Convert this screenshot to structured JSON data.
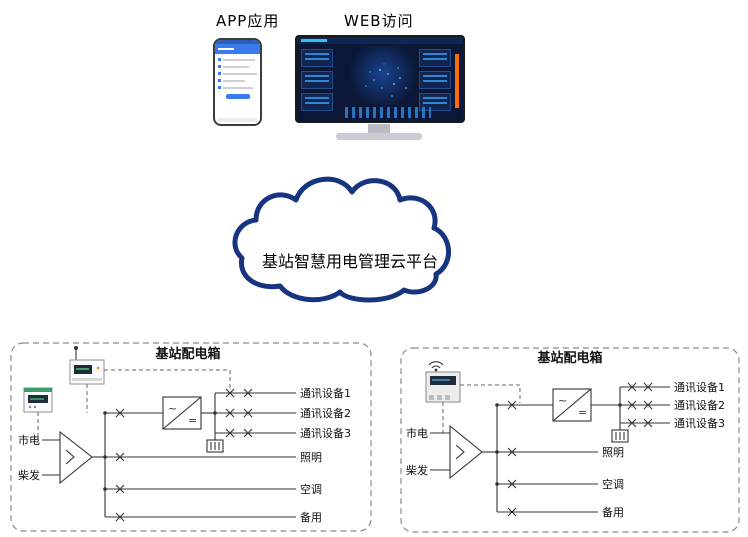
{
  "top": {
    "app_label": "APP应用",
    "web_label": "WEB访问"
  },
  "cloud": {
    "label": "基站智慧用电管理云平台"
  },
  "symbols": {
    "ac": "~",
    "dc": "="
  },
  "colors": {
    "cloud_stroke": "#16347f",
    "circuit_line": "#333333",
    "screen_bg": "#0b1736",
    "screen_accent_orange": "#ff6b00",
    "phone_header_blue": "#3b7bf0",
    "dashed_border": "#8a8a8a"
  },
  "box_left": {
    "title": "基站配电箱",
    "mains_label": "市电",
    "diesel_label": "柴发",
    "comm1": "通讯设备1",
    "comm2": "通讯设备2",
    "comm3": "通讯设备3",
    "lighting": "照明",
    "ac": "空调",
    "spare": "备用"
  },
  "box_right": {
    "title": "基站配电箱",
    "mains_label": "市电",
    "diesel_label": "柴发",
    "comm1": "通讯设备1",
    "comm2": "通讯设备2",
    "comm3": "通讯设备3",
    "lighting": "照明",
    "ac": "空调",
    "spare": "备用"
  }
}
